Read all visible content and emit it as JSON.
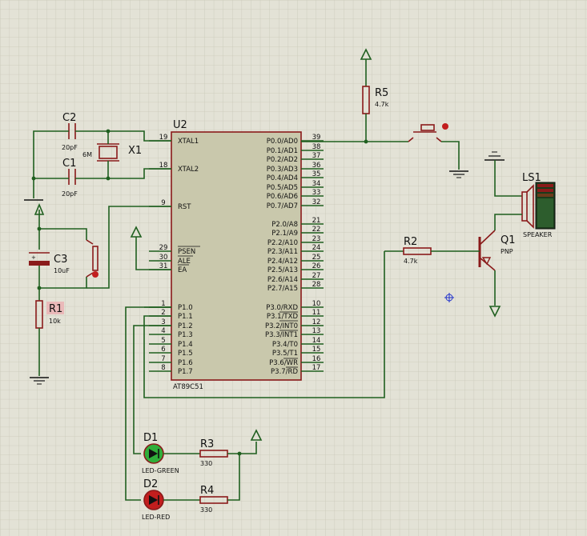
{
  "u2": {
    "ref": "U2",
    "part": "AT89C51",
    "left_pins": [
      {
        "num": "19",
        "name": "XTAL1"
      },
      {
        "num": "18",
        "name": "XTAL2"
      },
      {
        "num": "9",
        "name": "RST"
      },
      {
        "num": "29",
        "name": "PSEN"
      },
      {
        "num": "30",
        "name": "ALE"
      },
      {
        "num": "31",
        "name": "EA"
      },
      {
        "num": "1",
        "name": "P1.0"
      },
      {
        "num": "2",
        "name": "P1.1"
      },
      {
        "num": "3",
        "name": "P1.2"
      },
      {
        "num": "4",
        "name": "P1.3"
      },
      {
        "num": "5",
        "name": "P1.4"
      },
      {
        "num": "6",
        "name": "P1.5"
      },
      {
        "num": "7",
        "name": "P1.6"
      },
      {
        "num": "8",
        "name": "P1.7"
      }
    ],
    "right_pins": [
      {
        "num": "39",
        "name": "P0.0/AD0"
      },
      {
        "num": "38",
        "name": "P0.1/AD1"
      },
      {
        "num": "37",
        "name": "P0.2/AD2"
      },
      {
        "num": "36",
        "name": "P0.3/AD3"
      },
      {
        "num": "35",
        "name": "P0.4/AD4"
      },
      {
        "num": "34",
        "name": "P0.5/AD5"
      },
      {
        "num": "33",
        "name": "P0.6/AD6"
      },
      {
        "num": "32",
        "name": "P0.7/AD7"
      },
      {
        "num": "21",
        "name": "P2.0/A8"
      },
      {
        "num": "22",
        "name": "P2.1/A9"
      },
      {
        "num": "23",
        "name": "P2.2/A10"
      },
      {
        "num": "24",
        "name": "P2.3/A11"
      },
      {
        "num": "25",
        "name": "P2.4/A12"
      },
      {
        "num": "26",
        "name": "P2.5/A13"
      },
      {
        "num": "27",
        "name": "P2.6/A14"
      },
      {
        "num": "28",
        "name": "P2.7/A15"
      },
      {
        "num": "10",
        "name": "P3.0/RXD"
      },
      {
        "num": "11",
        "name": "P3.1/TXD"
      },
      {
        "num": "12",
        "name": "P3.2/INT0"
      },
      {
        "num": "13",
        "name": "P3.3/INT1"
      },
      {
        "num": "14",
        "name": "P3.4/T0"
      },
      {
        "num": "15",
        "name": "P3.5/T1"
      },
      {
        "num": "16",
        "name": "P3.6/WR"
      },
      {
        "num": "17",
        "name": "P3.7/RD"
      }
    ]
  },
  "components": {
    "c2": {
      "ref": "C2",
      "value": "20pF"
    },
    "c1": {
      "ref": "C1",
      "value": "20pF"
    },
    "x1": {
      "ref": "X1",
      "value": "6M"
    },
    "c3": {
      "ref": "C3",
      "value": "10uF"
    },
    "r1": {
      "ref": "R1",
      "value": "10k"
    },
    "r5": {
      "ref": "R5",
      "value": "4.7k"
    },
    "r2": {
      "ref": "R2",
      "value": "4.7k"
    },
    "q1": {
      "ref": "Q1",
      "value": "PNP"
    },
    "ls1": {
      "ref": "LS1",
      "value": "SPEAKER"
    },
    "d1": {
      "ref": "D1",
      "value": "LED-GREEN"
    },
    "d2": {
      "ref": "D2",
      "value": "LED-RED"
    },
    "r3": {
      "ref": "R3",
      "value": "330"
    },
    "r4": {
      "ref": "R4",
      "value": "330"
    }
  },
  "colors": {
    "background": "#e3e2d6",
    "grid": "#c9c8b8",
    "wire": "#1f5f1f",
    "body": "#8a1a1a",
    "chip_fill": "#c9c8ac",
    "led_green": "#2fae3a",
    "led_red": "#c21e1e",
    "marker": "#2233cc"
  }
}
